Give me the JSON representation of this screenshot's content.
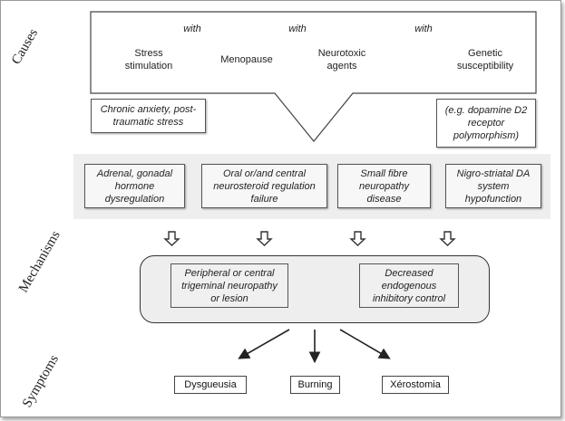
{
  "side_labels": {
    "causes": "Causes",
    "mechanisms": "Mechanisms",
    "symptoms": "Symptoms"
  },
  "causes": {
    "connector": "with",
    "items": [
      "Stress\nstimulation",
      "Menopause",
      "Neurotoxic\nagents",
      "Genetic\nsusceptibility"
    ],
    "example_left": "Chronic anxiety, post-\ntraumatic stress",
    "example_right": "(e.g. dopamine D2\nreceptor\npolymorphism)"
  },
  "mechanisms": [
    "Adrenal, gonadal\nhormone\ndysregulation",
    "Oral or/and central\nneurosteroid regulation\nfailure",
    "Small fibre\nneuropathy\ndisease",
    "Nigro-striatal DA\nsystem\nhypofunction"
  ],
  "pathways": [
    "Peripheral or central\ntrigeminal neuropathy\nor lesion",
    "Decreased\nendogenous\ninhibitory control"
  ],
  "symptoms": [
    "Dysgueusia",
    "Burning",
    "Xérostomia"
  ]
}
